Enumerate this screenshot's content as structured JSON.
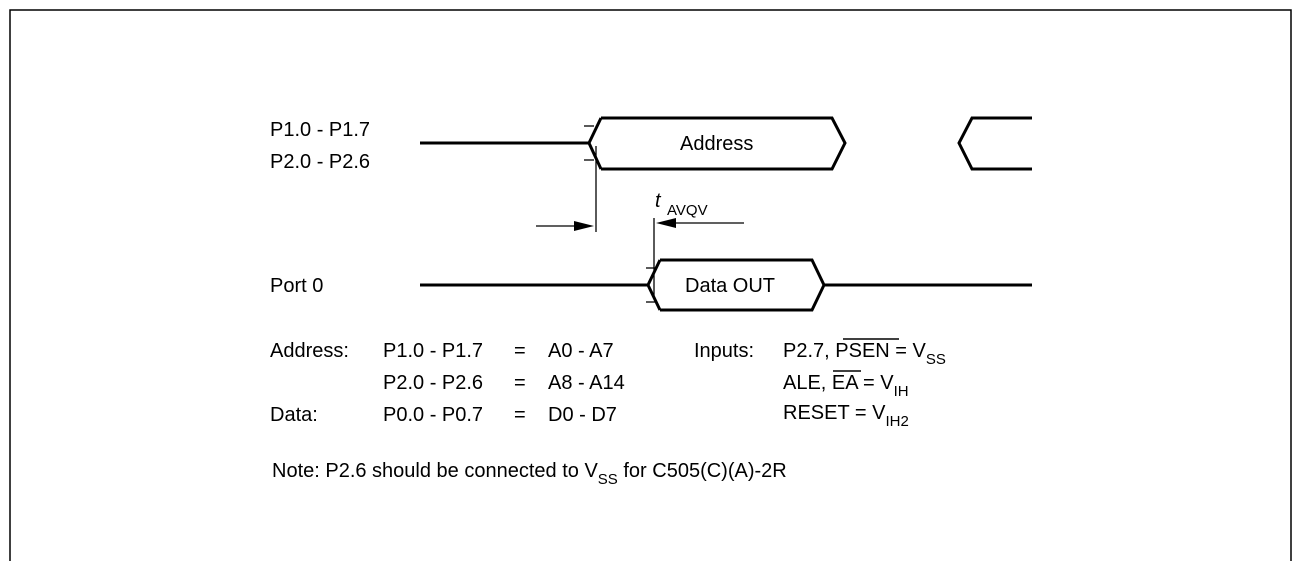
{
  "signals": {
    "addr_port_line1": "P1.0 - P1.7",
    "addr_port_line2": "P2.0 - P2.6",
    "address_label": "Address",
    "port0_label": "Port 0",
    "data_out_label": "Data OUT"
  },
  "timing": {
    "t_symbol": "t",
    "t_subscript": "AVQV"
  },
  "legend": {
    "address": {
      "key": "Address:",
      "row1": {
        "ports": "P1.0 - P1.7",
        "eq": "=",
        "value": "A0 - A7"
      },
      "row2": {
        "ports": "P2.0 - P2.6",
        "eq": "=",
        "value": "A8 - A14"
      }
    },
    "data": {
      "key": "Data:",
      "row": {
        "ports": "P0.0 - P0.7",
        "eq": "=",
        "value": "D0 - D7"
      }
    },
    "inputs": {
      "key": "Inputs:",
      "line1": {
        "prefix": "P2.7, ",
        "overbar": "PSEN",
        "eq": " = V",
        "sub": "SS"
      },
      "line2": {
        "prefix": "ALE, ",
        "overbar": "EA",
        "eq": " = V",
        "sub": "IH"
      },
      "line3": {
        "prefix": "RESET = V",
        "sub": "IH2"
      }
    }
  },
  "note": {
    "text": "Note: P2.6 should be connected to V",
    "sub": "SS",
    "suffix": " for C505(C)(A)-2R"
  }
}
